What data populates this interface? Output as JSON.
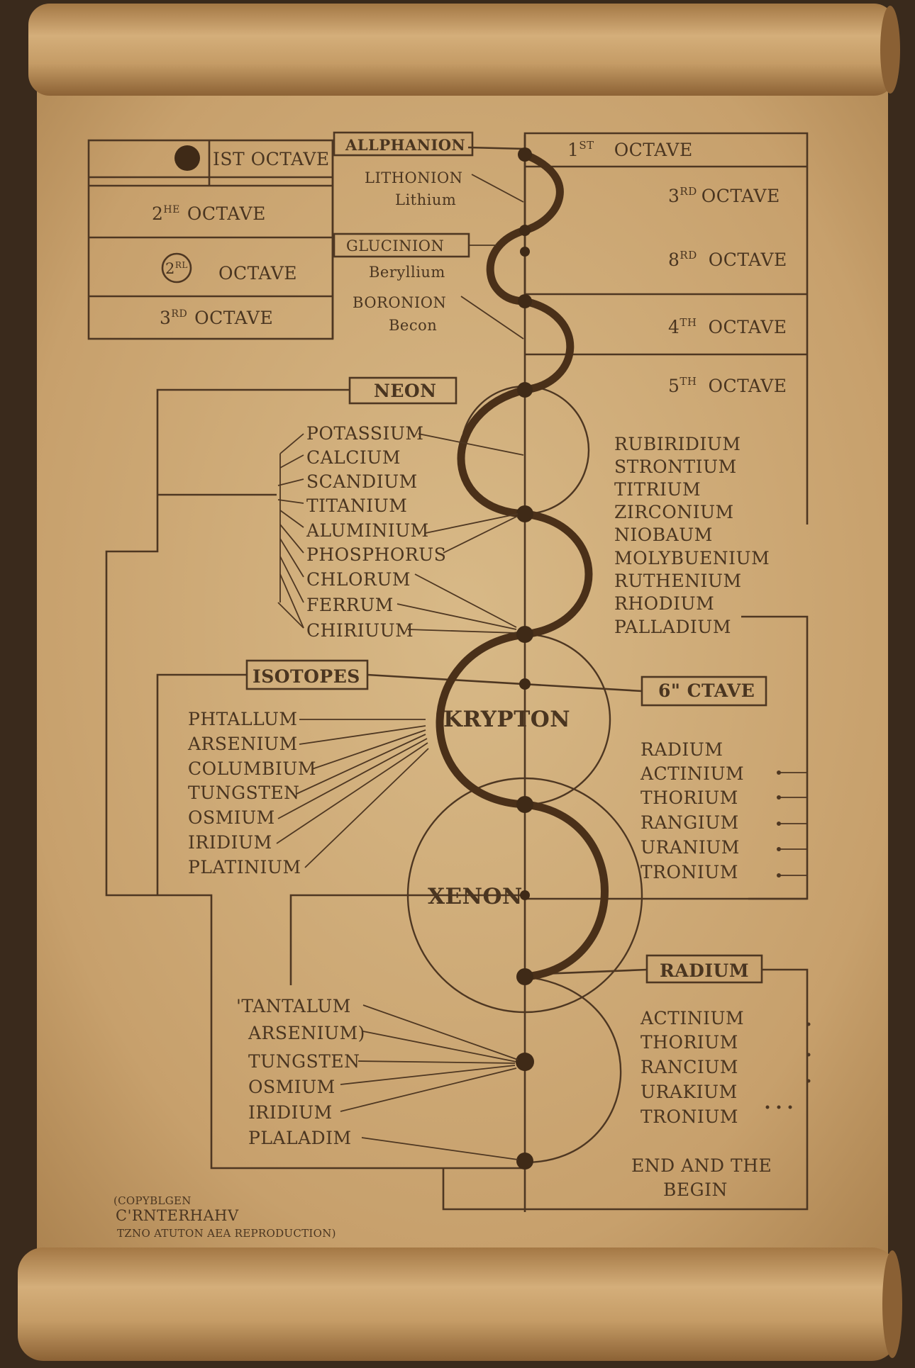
{
  "colors": {
    "parchment": "#cfae7d",
    "parchment_dark": "#b48a57",
    "ink": "#4a3520",
    "roll": "#c09460",
    "background": "#3a2a1c"
  },
  "header": {
    "allphanion": "ALLPHANION",
    "lithonion": "LITHONION",
    "lithium": "Lithium",
    "glucinion": "GLUCINION",
    "beryllium": "Beryllium",
    "boronion": "BORONION",
    "becon": "Becon"
  },
  "left_octaves": {
    "first": "IST OCTAVE",
    "second_a_prefix": "2",
    "second_a_sup": "HE",
    "second_a_suffix": "OCTAVE",
    "second_b_circle_prefix": "2",
    "second_b_circle_sup": "RL",
    "second_b_suffix": "OCTAVE",
    "third_prefix": "3",
    "third_sup": "RD",
    "third_suffix": "OCTAVE"
  },
  "right_octaves": {
    "first_prefix": "1",
    "first_sup": "ST",
    "first_suffix": "OCTAVE",
    "third_prefix": "3",
    "third_sup": "RD",
    "third_suffix": "OCTAVE",
    "eighth_prefix": "8",
    "eighth_sup": "RD",
    "eighth_suffix": "OCTAVE",
    "fourth_prefix": "4",
    "fourth_sup": "TH",
    "fourth_suffix": "OCTAVE",
    "fifth_prefix": "5",
    "fifth_sup": "TH",
    "fifth_suffix": "OCTAVE"
  },
  "neon": {
    "label": "NEON",
    "left_elements": [
      "POTASSIUM",
      "CALCIUM",
      "SCANDIUM",
      "TITANIUM",
      "ALUMINIUM",
      "PHOSPHORUS",
      "CHLORUM",
      "FERRUM",
      "CHIRIUUM"
    ],
    "right_elements": [
      "RUBIRIDIUM",
      "STRONTIUM",
      "TITRIUM",
      "ZIRCONIUM",
      "NIOBAUM",
      "MOLYBUENIUM",
      "RUTHENIUM",
      "RHODIUM",
      "PALLADIUM"
    ]
  },
  "krypton": {
    "label": "KRYPTON",
    "isotopes_label": "ISOTOPES",
    "left_elements": [
      "PHTALLUM",
      "ARSENIUM",
      "COLUMBIUM",
      "TUNGSTEN",
      "OSMIUM",
      "IRIDIUM",
      "PLATINIUM"
    ],
    "sixth_octave_label": "6\" CTAVE",
    "right_elements": [
      "RADIUM",
      "ACTINIUM",
      "THORIUM",
      "RANGIUM",
      "URANIUM",
      "TRONIUM"
    ]
  },
  "xenon": {
    "label": "XENON",
    "radium_label": "RADIUM",
    "left_elements": [
      "'TANTALUM",
      "ARSENIUM)",
      "TUNGSTEN",
      "OSMIUM",
      "IRIDIUM",
      "PLALADIM"
    ],
    "right_elements": [
      "ACTINIUM",
      "THORIUM",
      "RANCIUM",
      "URAKIUM",
      "TRONIUM"
    ],
    "end_line1": "END AND THE",
    "end_line2": "BEGIN"
  },
  "copyright": {
    "line1": "(COPYBLGEN",
    "line2": "C'RNTERHAHV",
    "line3": "TZNO ATUTON AEA REPRODUCTION)"
  }
}
